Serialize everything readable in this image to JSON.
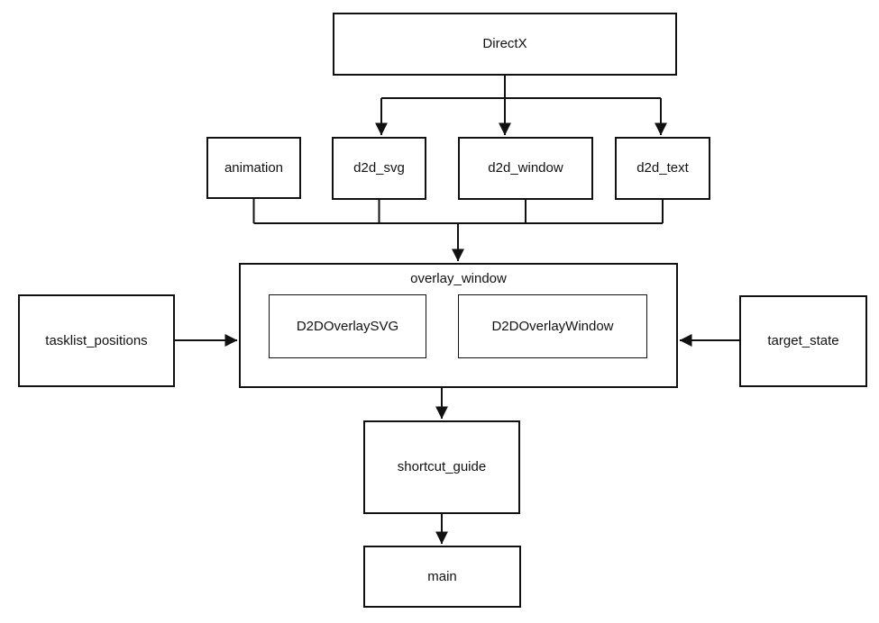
{
  "colors": {
    "background": "#ffffff",
    "stroke": "#111111",
    "text": "#111111"
  },
  "diagram": {
    "type": "dependency-graph",
    "nodes": {
      "directx": {
        "label": "DirectX"
      },
      "animation": {
        "label": "animation"
      },
      "d2d_svg": {
        "label": "d2d_svg"
      },
      "d2d_window": {
        "label": "d2d_window"
      },
      "d2d_text": {
        "label": "d2d_text"
      },
      "overlay_window": {
        "label": "overlay_window"
      },
      "d2d_overlay_svg": {
        "label": "D2DOverlaySVG"
      },
      "d2d_overlay_window": {
        "label": "D2DOverlayWindow"
      },
      "tasklist_positions": {
        "label": "tasklist_positions"
      },
      "target_state": {
        "label": "target_state"
      },
      "shortcut_guide": {
        "label": "shortcut_guide"
      },
      "main": {
        "label": "main"
      }
    },
    "edges": [
      {
        "from": "DirectX",
        "to": "d2d_svg"
      },
      {
        "from": "DirectX",
        "to": "d2d_window"
      },
      {
        "from": "DirectX",
        "to": "d2d_text"
      },
      {
        "from": "animation",
        "to": "overlay_window"
      },
      {
        "from": "d2d_svg",
        "to": "overlay_window"
      },
      {
        "from": "d2d_window",
        "to": "overlay_window"
      },
      {
        "from": "d2d_text",
        "to": "overlay_window"
      },
      {
        "from": "tasklist_positions",
        "to": "overlay_window"
      },
      {
        "from": "target_state",
        "to": "overlay_window"
      },
      {
        "from": "overlay_window",
        "to": "shortcut_guide"
      },
      {
        "from": "shortcut_guide",
        "to": "main"
      }
    ]
  }
}
